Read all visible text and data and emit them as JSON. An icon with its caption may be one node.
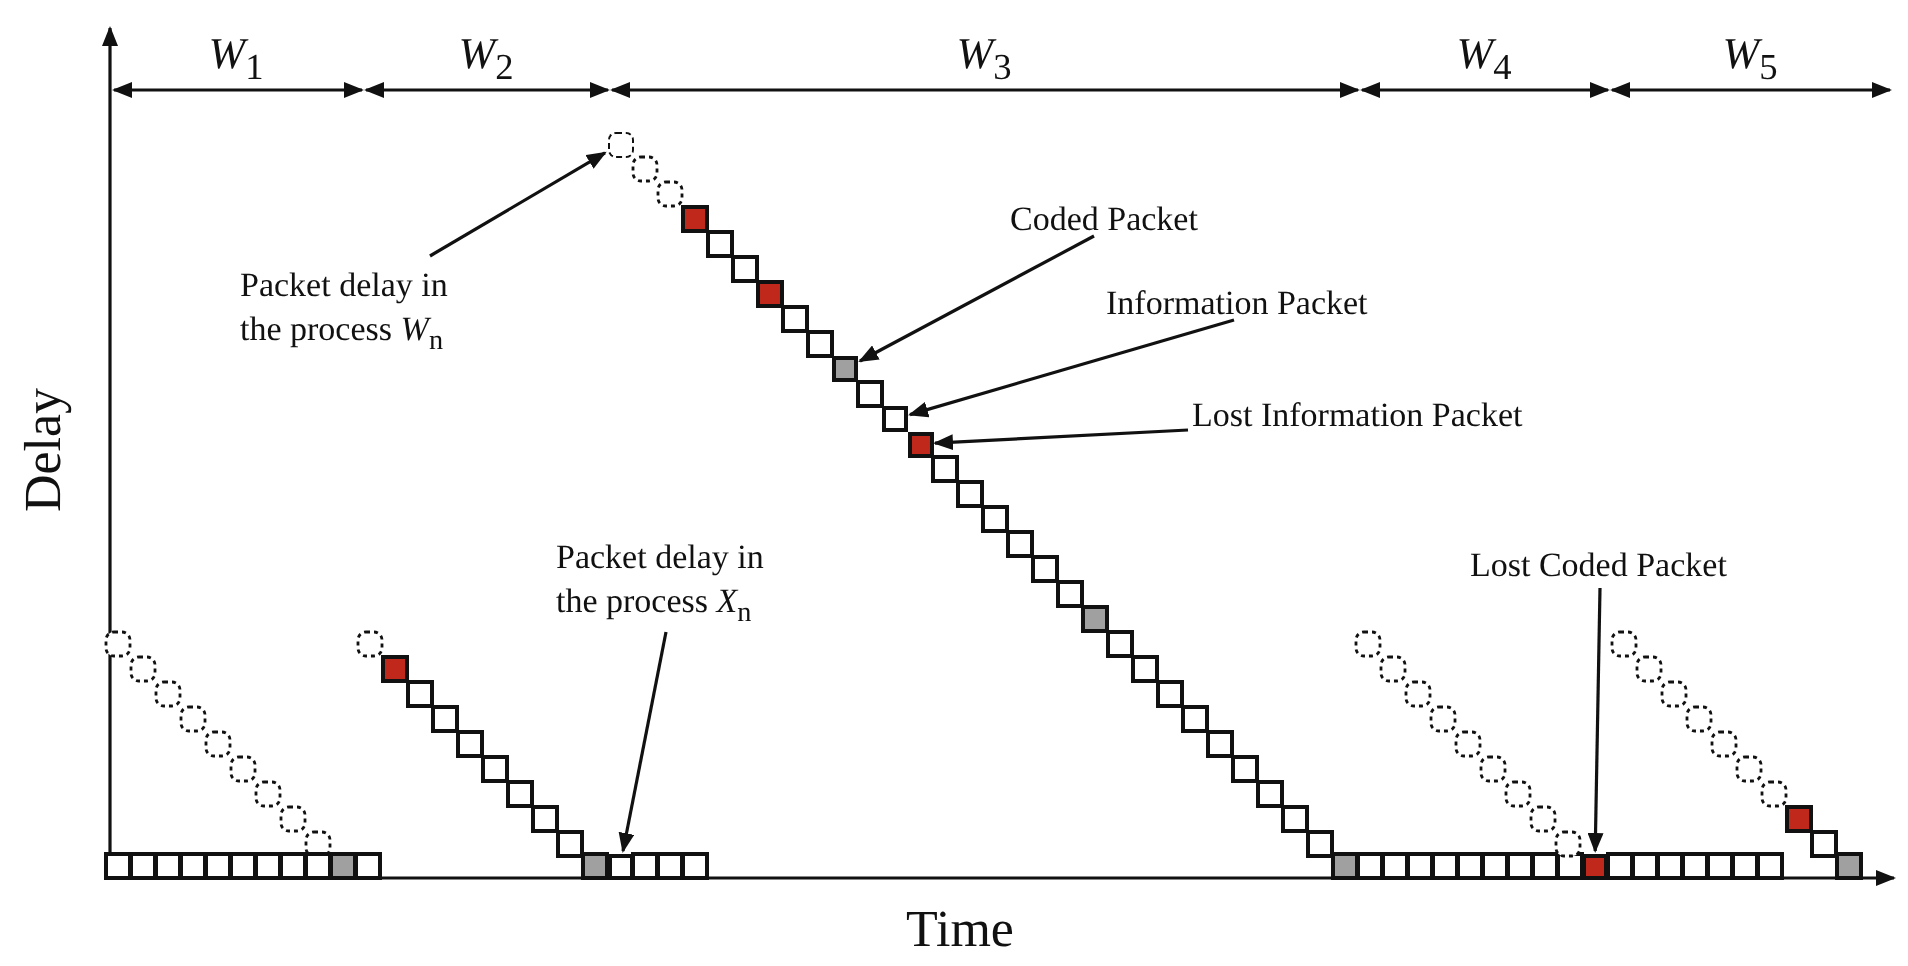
{
  "diagram": {
    "nodes": [
      {
        "text": [
          "Packet delay in the process *W*$_{n}$"
        ]
      },
      {
        "text": [],
        "shape": "box"
      },
      {
        "text": [
          "Coded Packet"
        ]
      },
      {
        "text": [],
        "shape": "box"
      },
      {
        "text": [
          "Information Packet"
        ]
      },
      {
        "text": [],
        "shape": "box"
      },
      {
        "text": [
          "Lost Information Packet"
        ]
      },
      {
        "text": [],
        "shape": "box"
      },
      {
        "text": [
          "Packet delay in the process *X*$_{n}$"
        ]
      },
      {
        "text": [],
        "shape": "box"
      },
      {
        "text": [
          "Lost Coded Packet"
        ]
      },
      {
        "text": [],
        "shape": "box"
      }
    ],
    "edges": [
      {
        "from": 0,
        "to": 1,
        "arrow": "to"
      },
      {
        "from": 2,
        "to": 3,
        "arrow": "to"
      },
      {
        "from": 4,
        "to": 5,
        "arrow": "to"
      },
      {
        "from": 6,
        "to": 7,
        "arrow": "to"
      },
      {
        "from": 8,
        "to": 9,
        "arrow": "to"
      },
      {
        "from": 10,
        "to": 11,
        "arrow": "to"
      }
    ],
    "labels": [
      "*W*$_{1}$",
      "*W*$_{2}$",
      "*W*$_{3}$",
      "*W*$_{4}$",
      "*W*$_{5}$",
      "Delay",
      "Time"
    ]
  }
}
